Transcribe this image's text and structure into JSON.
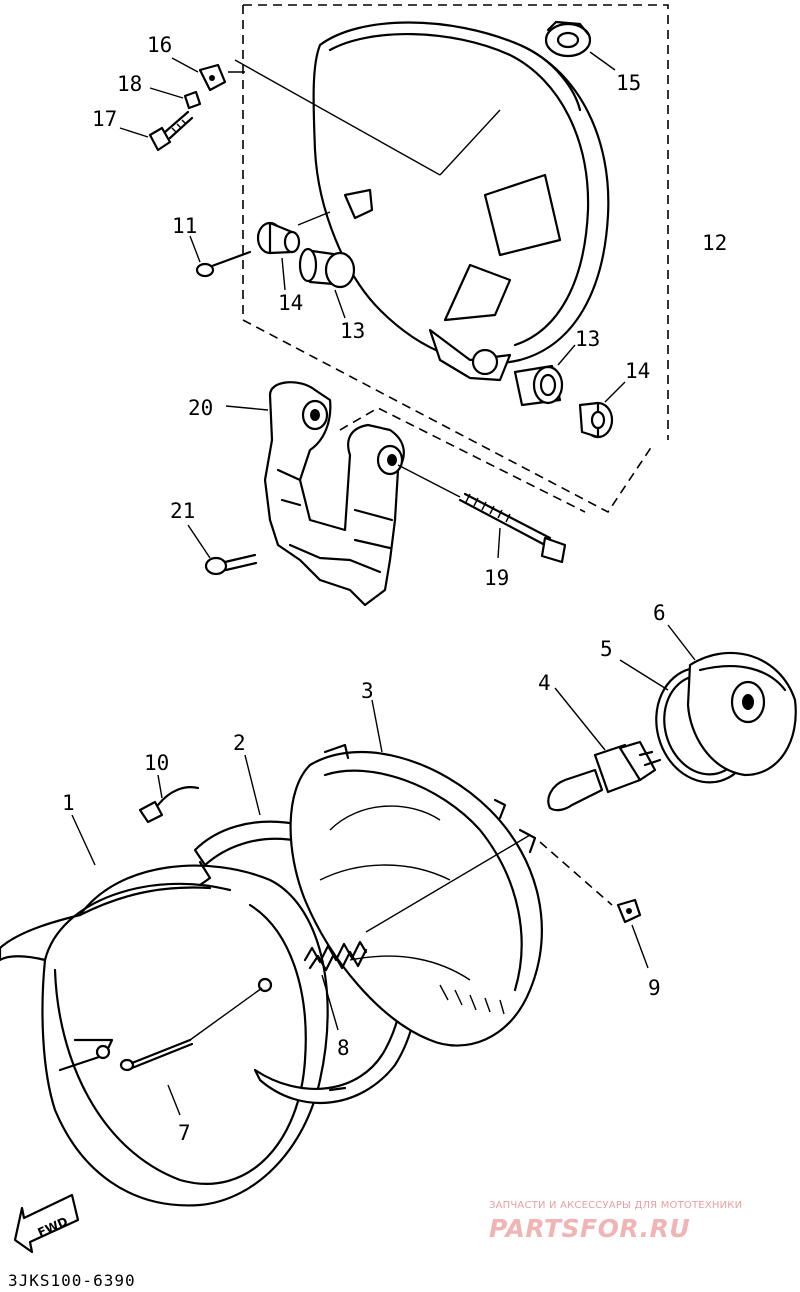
{
  "diagram": {
    "code": "3JKS100-6390",
    "fwd_label": "FWD",
    "part_numbers": {
      "p1": "1",
      "p2": "2",
      "p3": "3",
      "p4": "4",
      "p5": "5",
      "p6": "6",
      "p7": "7",
      "p8": "8",
      "p9": "9",
      "p10": "10",
      "p11": "11",
      "p12": "12",
      "p13a": "13",
      "p13b": "13",
      "p14a": "14",
      "p14b": "14",
      "p15": "15",
      "p16": "16",
      "p17": "17",
      "p18": "18",
      "p19": "19",
      "p20": "20",
      "p21": "21"
    }
  },
  "watermark": {
    "tagline": "ЗАПЧАСТИ И АКСЕССУАРЫ ДЛЯ МОТОТЕХНИКИ",
    "brand": "PARTSFOR.RU"
  }
}
